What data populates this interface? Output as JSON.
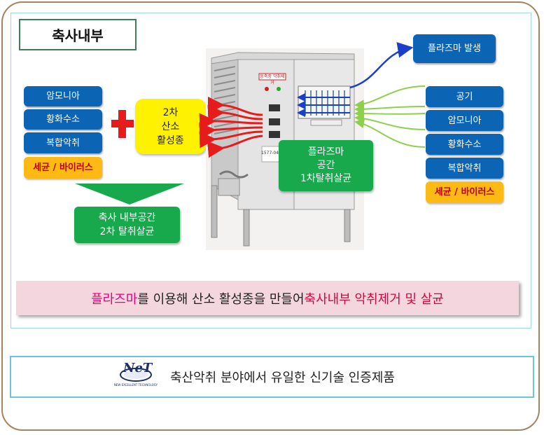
{
  "title": "축사내부",
  "left_list": {
    "items": [
      "암모니아",
      "황화수소",
      "복합악취"
    ],
    "highlight": "세균 / 바이러스"
  },
  "secondary_species": "2차\n산소\n활성종",
  "barn_result": "축사 내부공간\n2차 탈취살균",
  "plasma_space": "플라즈마\n공간\n1차탈취살균",
  "plasma_generation": "플라즈마 발생",
  "right_list": {
    "items": [
      "공기",
      "암모니아",
      "황화수소",
      "복합악취"
    ],
    "highlight": "세균 / 바이러스"
  },
  "machine_labels": {
    "panel_label": "동축중 악취제거",
    "phone": "1577-04"
  },
  "banner": {
    "part1": "플라즈마",
    "part2": "를 이용해 산소 활성종을 만들어 ",
    "part3": "축사내부 악취제거 및 살균"
  },
  "logo_text": "NeT",
  "logo_sub": "NEW EXCELLENT TECHNOLOGY",
  "bottom_caption": "축산악취 분야에서 유일한 신기술 인증제품",
  "colors": {
    "blue_box": "#0b64b4",
    "green_box": "#18a94d",
    "yellow_box": "#fff200",
    "orange_box": "#fdb914",
    "red_arrow": "#e61b1b",
    "green_arrow": "#8ed04a",
    "blue_arrow": "#1a3fc8",
    "frame": "#a5835e"
  }
}
